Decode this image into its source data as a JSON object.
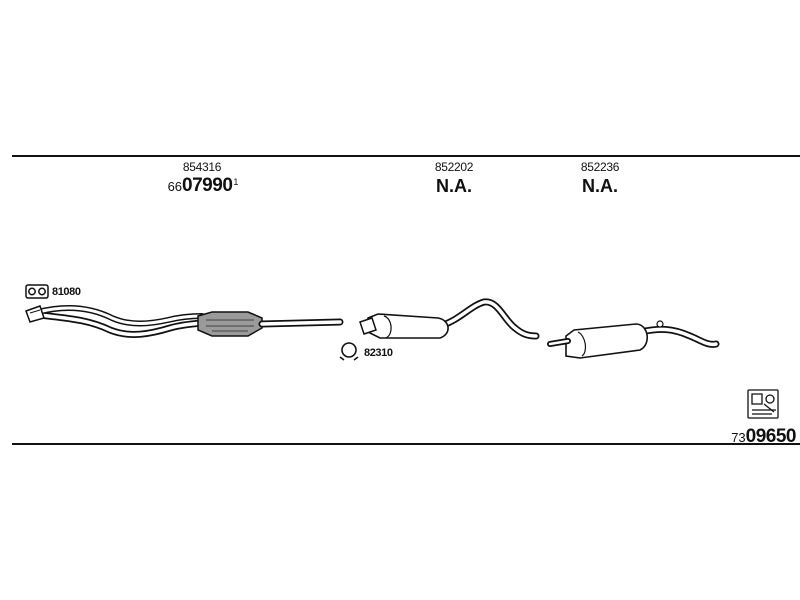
{
  "parts": [
    {
      "part_number": "854316",
      "price_prefix": "66",
      "price_main": "07990",
      "price_suffix": "1"
    },
    {
      "part_number": "852202",
      "status": "N.A."
    },
    {
      "part_number": "852236",
      "status": "N.A."
    }
  ],
  "fittings": {
    "gasket_code": "81080",
    "clamp_code": "82310"
  },
  "reference": {
    "prefix": "73",
    "main": "09650"
  },
  "icons": [
    "gasket-icon",
    "clamp-icon",
    "manual-book-icon"
  ],
  "colors": {
    "line": "#111111",
    "pipe_fill": "#ffffff",
    "converter_shade": "#9a9a9a"
  }
}
